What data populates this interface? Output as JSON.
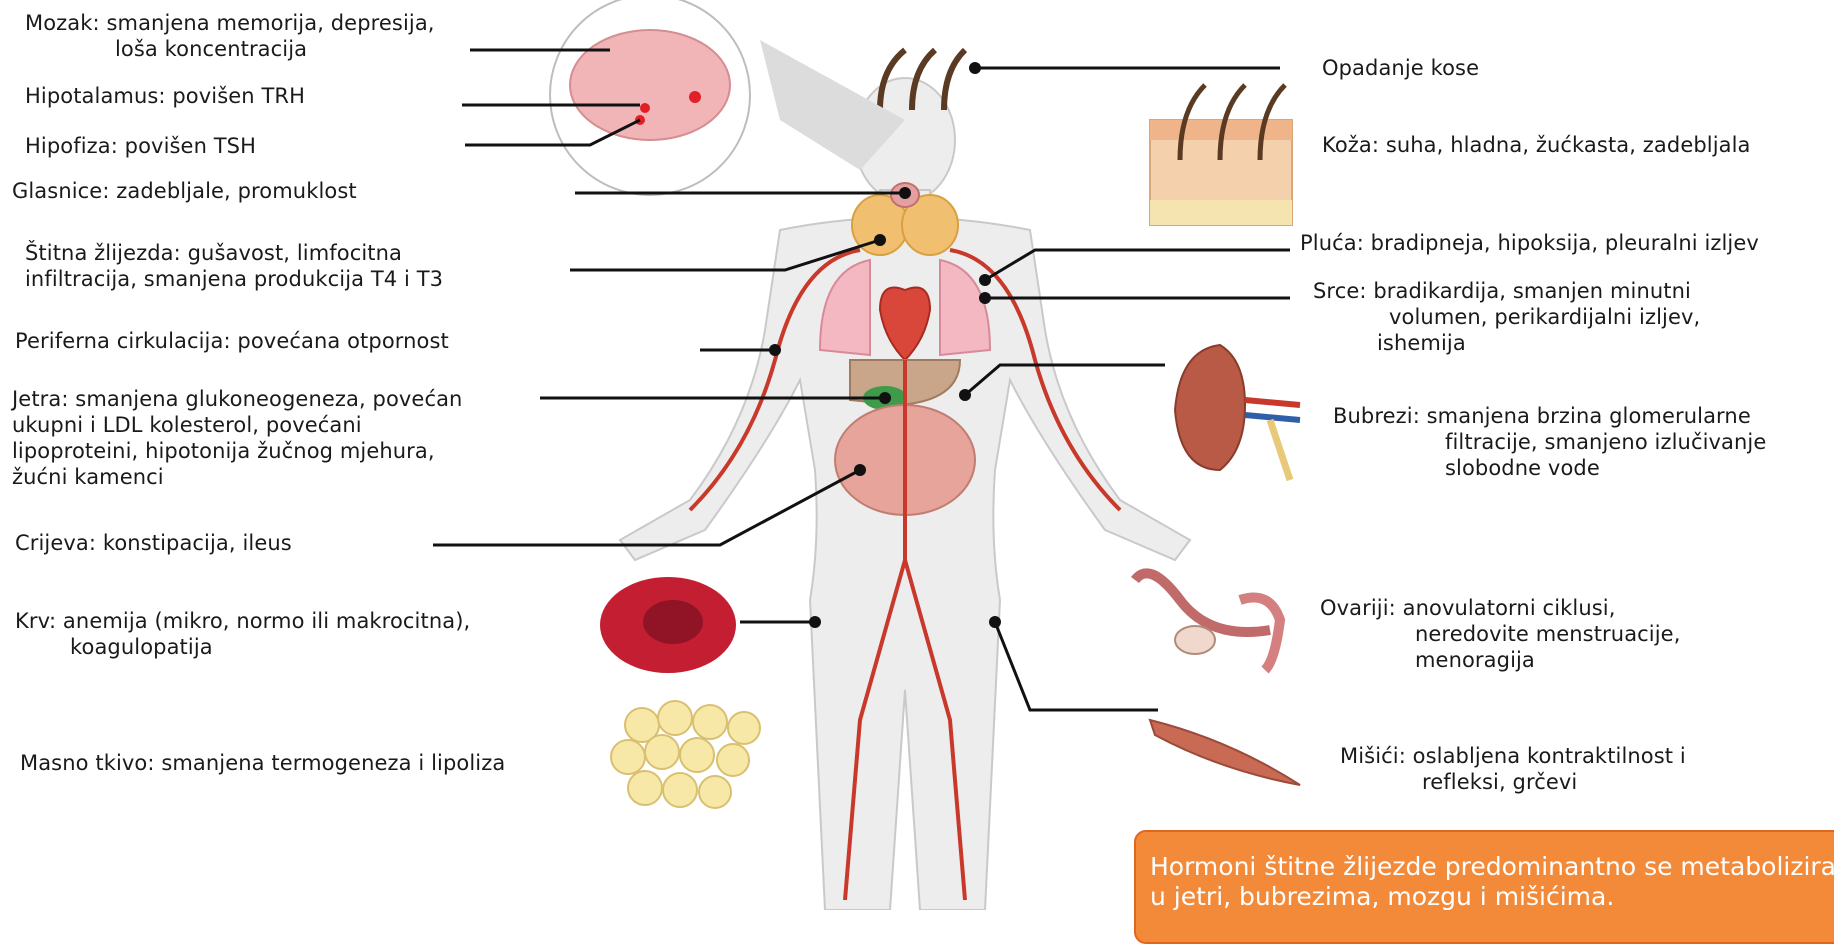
{
  "left_labels": {
    "mozak": [
      "Mozak: smanjena memorija, depresija,",
      "loša koncentracija"
    ],
    "hipotalamus": [
      "Hipotalamus: povišen TRH"
    ],
    "hipofiza": [
      "Hipofiza: povišen TSH"
    ],
    "glasnice": [
      "Glasnice: zadebljale, promuklost"
    ],
    "stitna": [
      "Štitna žlijezda: gušavost, limfocitna",
      "infiltracija, smanjena produkcija T4  i T3"
    ],
    "periferna": [
      "Periferna cirkulacija: povećana otpornost"
    ],
    "jetra": [
      "Jetra: smanjena glukoneogeneza, povećan",
      "ukupni i LDL kolesterol, povećani",
      "lipoproteini, hipotonija žučnog mjehura,",
      "žućni kamenci"
    ],
    "crijeva": [
      "Crijeva: konstipacija, ileus"
    ],
    "krv": [
      "Krv: anemija (mikro, normo ili makrocitna),",
      "koagulopatija"
    ],
    "masno": [
      "Masno tkivo: smanjena termogeneza i lipoliza"
    ]
  },
  "right_labels": {
    "kosa": [
      "Opadanje kose"
    ],
    "koza": [
      "Koža: suha, hladna, žućkasta, zadebljala"
    ],
    "pluca": [
      "Pluća: bradipneja, hipoksija, pleuralni izljev"
    ],
    "srce": [
      "Srce: bradikardija, smanjen minutni",
      "volumen, perikardijalni izljev,",
      "ishemija"
    ],
    "bubrezi": [
      "Bubrezi: smanjena brzina glomerularne",
      "filtracije, smanjeno izlučivanje",
      "slobodne vode"
    ],
    "ovariji": [
      "Ovariji: anovulatorni ciklusi,",
      "neredovite menstruacije,",
      "menoragija"
    ],
    "misici": [
      "Mišići: oslabljena kontraktilnost i",
      "refleksi, grčevi"
    ]
  },
  "note": [
    "Hormoni štitne žlijezde predominantno se metaboliziraju",
    "u jetri, bubrezima, mozgu i mišićima."
  ],
  "colors": {
    "line": "#111111",
    "artery": "#c8392b",
    "note_bg": "#f28a3a",
    "body": "#ececec"
  }
}
